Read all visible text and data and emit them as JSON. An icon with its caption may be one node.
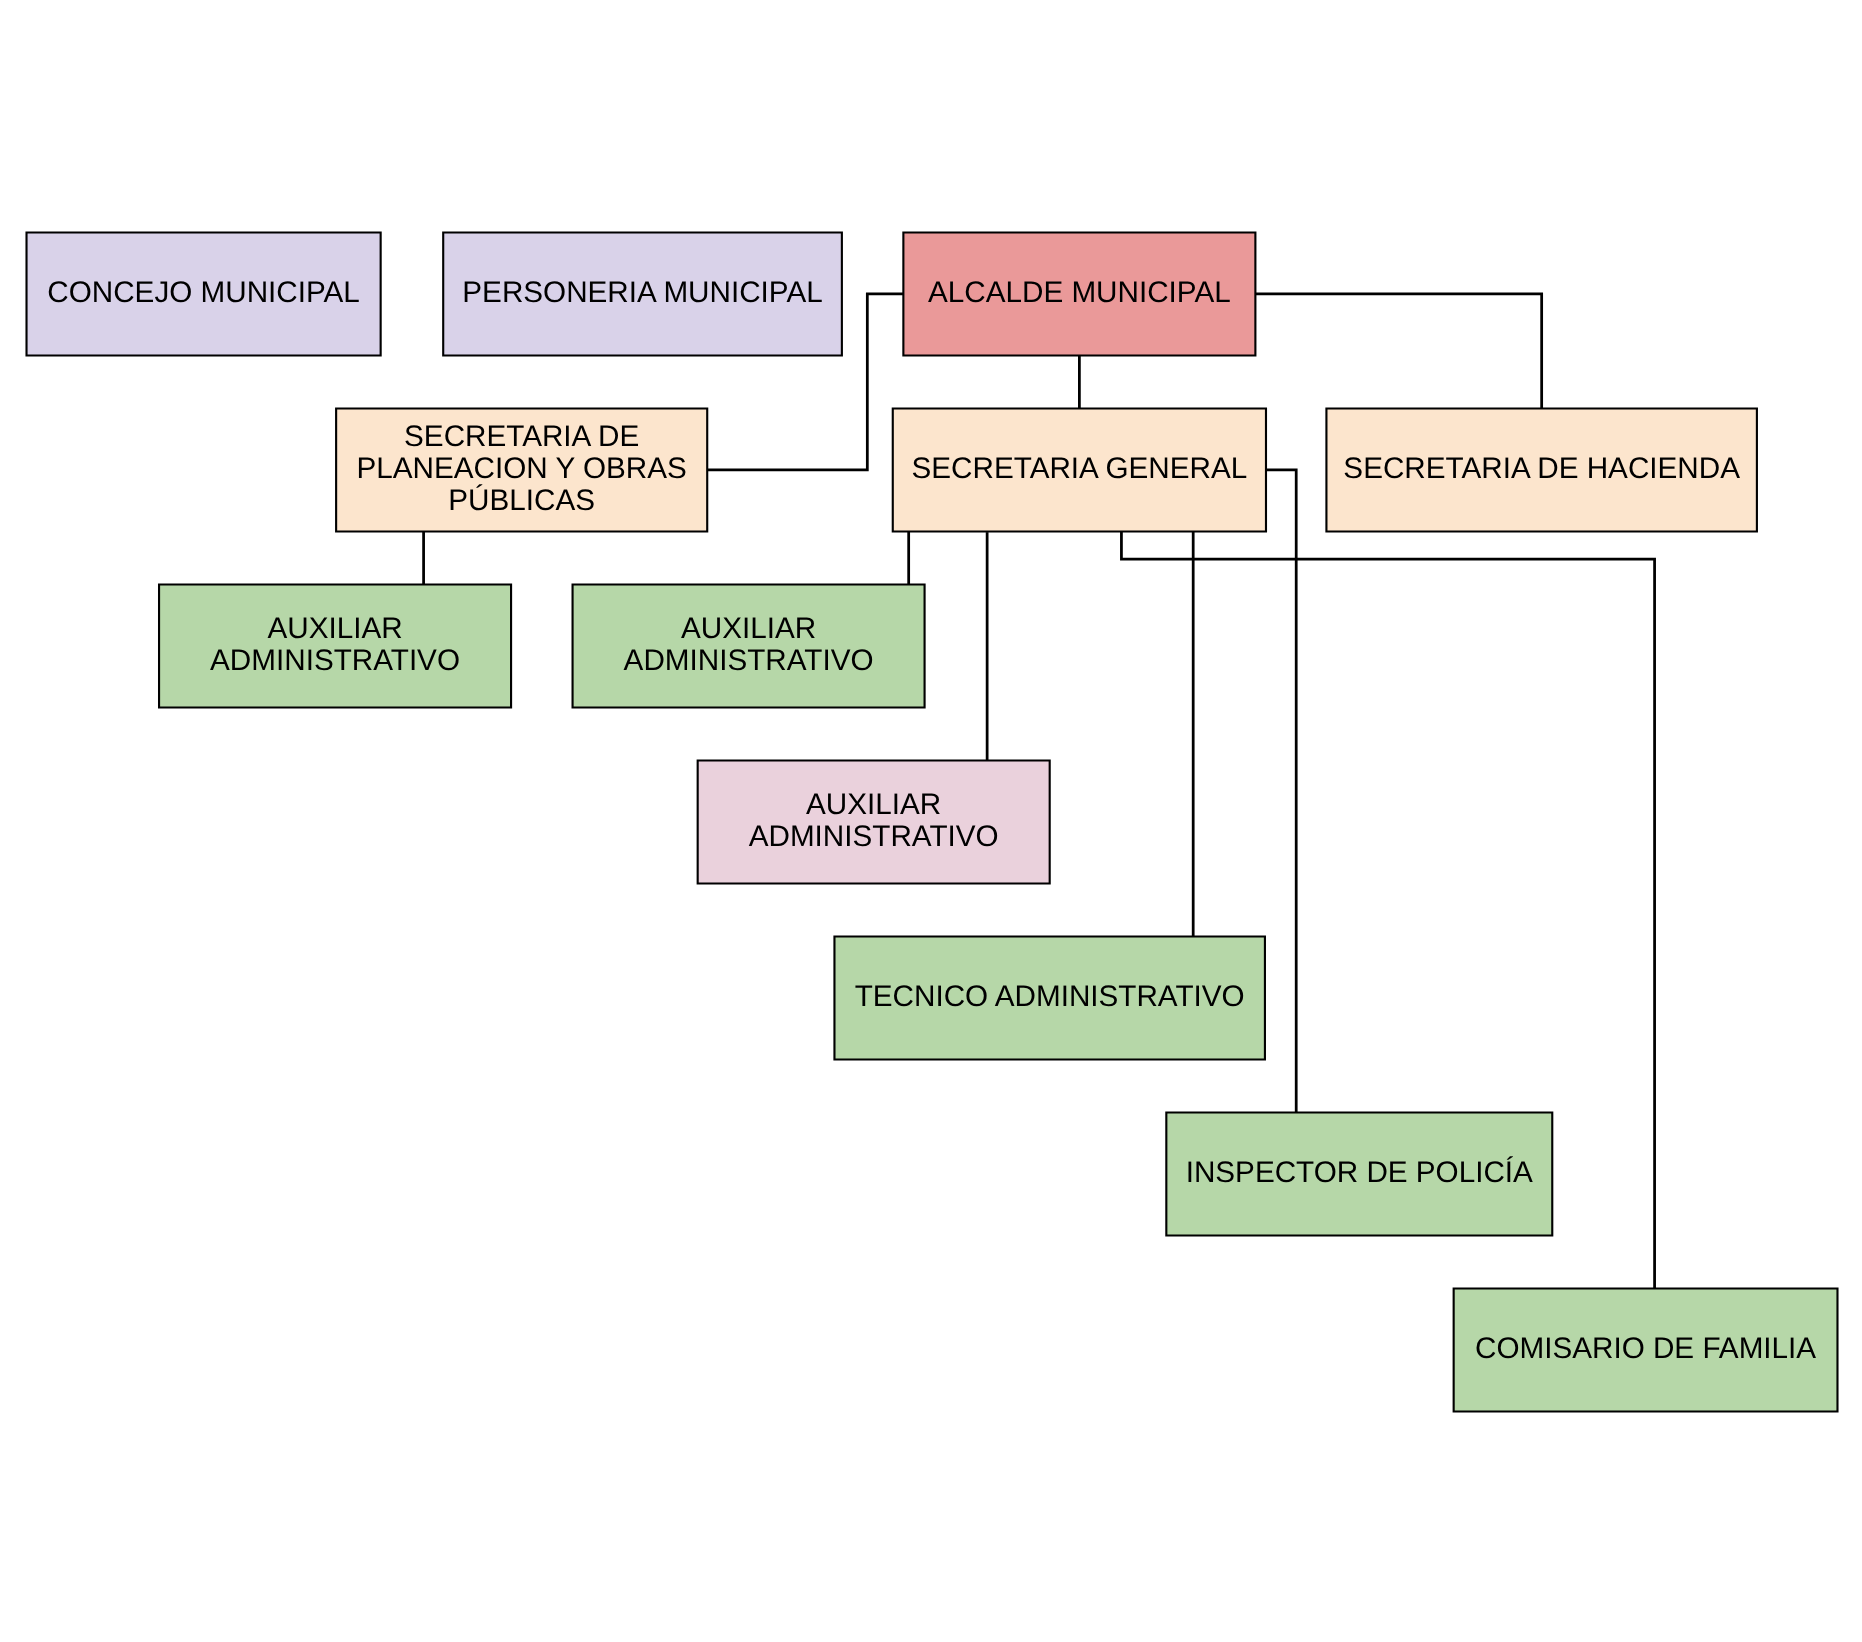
{
  "diagram": {
    "nodes": [
      {
        "text": [
          "CONCEJO MUNICIPAL"
        ]
      },
      {
        "text": [
          "PERSONERIA MUNICIPAL"
        ]
      },
      {
        "text": [
          "ALCALDE MUNICIPAL"
        ]
      },
      {
        "text": [
          "SECRETARIA DE PLANEACION Y OBRAS PÚBLICAS"
        ]
      },
      {
        "text": [
          "SECRETARIA GENERAL"
        ]
      },
      {
        "text": [
          "SECRETARIA DE HACIENDA"
        ]
      },
      {
        "text": [
          "AUXILIAR ADMINISTRATIVO"
        ]
      },
      {
        "text": [
          "AUXILIAR ADMINISTRATIVO"
        ]
      },
      {
        "text": [
          "AUXILIAR ADMINISTRATIVO"
        ]
      },
      {
        "text": [
          "TECNICO ADMINISTRATIVO"
        ]
      },
      {
        "text": [
          "INSPECTOR DE POLICÍA"
        ]
      },
      {
        "text": [
          "COMISARIO DE FAMILIA"
        ]
      }
    ],
    "edges": [
      {
        "from": 2,
        "to": 3,
        "arrow": "none"
      },
      {
        "from": 2,
        "to": 4,
        "arrow": "none"
      },
      {
        "from": 2,
        "to": 5,
        "arrow": "none"
      },
      {
        "from": 3,
        "to": 6,
        "arrow": "none"
      },
      {
        "from": 4,
        "to": 7,
        "arrow": "none"
      },
      {
        "from": 4,
        "to": 8,
        "arrow": "none"
      },
      {
        "from": 4,
        "to": 9,
        "arrow": "none"
      },
      {
        "from": 4,
        "to": 10,
        "arrow": "none"
      },
      {
        "from": 4,
        "to": 11,
        "arrow": "none"
      }
    ]
  }
}
